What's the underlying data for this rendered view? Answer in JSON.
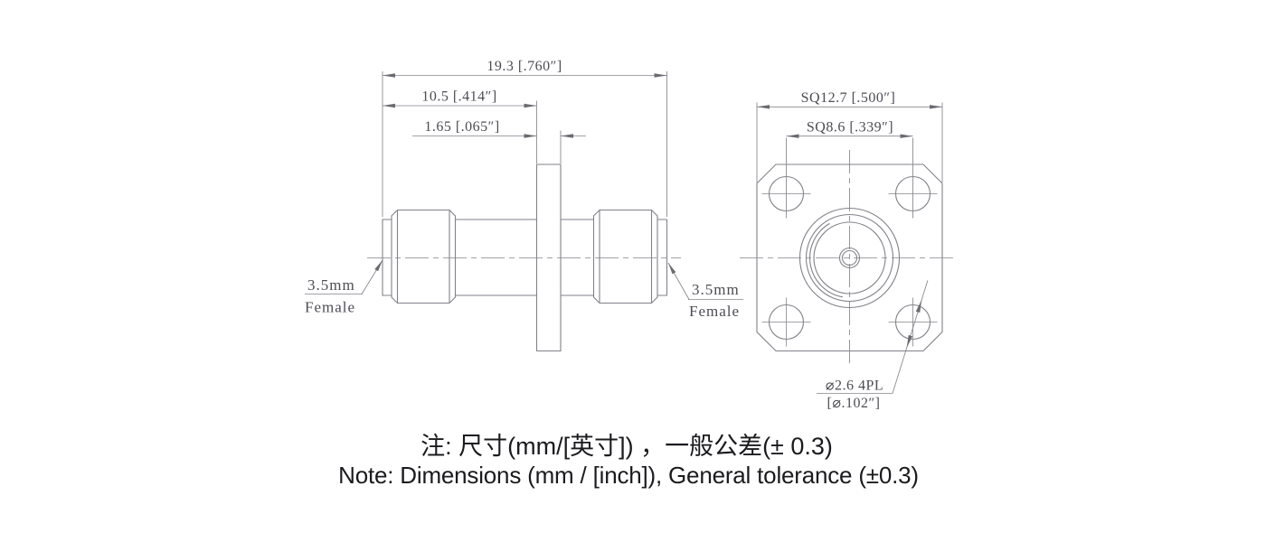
{
  "side_view": {
    "dim_overall": "19.3 [.760″]",
    "dim_left_to_flange": "10.5 [.414″]",
    "dim_flange_thickness": "1.65 [.065″]",
    "label_left": {
      "line1": "3.5mm",
      "line2": "Female"
    },
    "label_right": {
      "line1": "3.5mm",
      "line2": "Female"
    }
  },
  "front_view": {
    "dim_flange_square": "SQ12.7 [.500″]",
    "dim_hole_pattern": "SQ8.6 [.339″]",
    "hole_callout": {
      "line1": "⌀2.6 4PL",
      "line2": "[⌀.102″]"
    }
  },
  "notes": {
    "zh": "注: 尺寸(mm/[英寸]) ，一般公差(± 0.3)",
    "en": "Note: Dimensions (mm / [inch]), General tolerance (±0.3)"
  },
  "colors": {
    "drawing_line": "#82828a",
    "dimension_text": "#4c4c54",
    "note_text": "#1b1b1f",
    "background": "#ffffff"
  }
}
